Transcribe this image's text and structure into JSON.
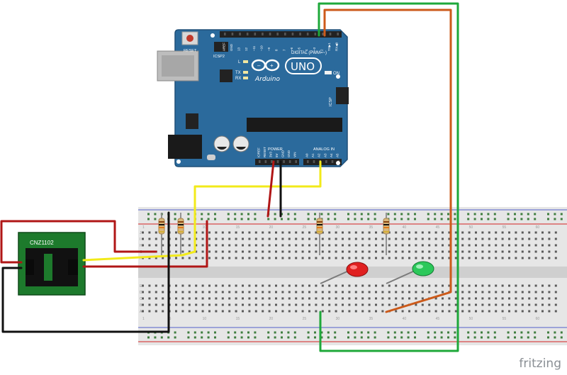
{
  "brand": "fritzing",
  "colors": {
    "board": "#2b6a9c",
    "board_dark": "#1f4f78",
    "breadboard": "#dcdcdc",
    "breadboard_mid": "#cfcfcf",
    "hole": "#5a5a5a",
    "rail_hole": "#3f7d3f",
    "rail_red": "#d84a4a",
    "rail_blue": "#6f7bd0",
    "wire_red": "#b01616",
    "wire_black": "#111111",
    "wire_yellow": "#f2ea1a",
    "wire_green": "#1ea83a",
    "wire_orange": "#cc5a1a",
    "sensor_body": "#1d7a2c",
    "sensor_case": "#111111",
    "led_red": "#e02020",
    "led_green": "#2cc85a"
  },
  "arduino": {
    "reset_label": "RESET",
    "icsp2_label": "ICSP2",
    "icsp_label": "ICSP",
    "brand_label": "Arduino",
    "model_label": "UNO",
    "on_label": "ON",
    "l_label": "L",
    "tx_label": "TX",
    "rx_label": "RX",
    "digital_label": "DIGITAL (PWM=~)",
    "power_label": "POWER",
    "analog_label": "ANALOG IN",
    "digital_pins": [
      "AREF",
      "GND",
      "13",
      "12",
      "~11",
      "~10",
      "~9",
      "8",
      "7",
      "~6",
      "~5",
      "4",
      "~3",
      "2",
      "TX▶1",
      "RX◀0"
    ],
    "power_pins": [
      "IOREF",
      "RESET",
      "3V3",
      "5V",
      "GND",
      "GND",
      "VIN"
    ],
    "analog_pins": [
      "A0",
      "A1",
      "A2",
      "A3",
      "A4",
      "A5"
    ]
  },
  "sensor": {
    "label": "CNZ1102"
  },
  "breadboard": {
    "column_numbers": [
      "1",
      "5",
      "10",
      "15",
      "20",
      "25",
      "30",
      "35",
      "40",
      "45",
      "50",
      "55",
      "60"
    ],
    "row_letters_top": [
      "J",
      "I",
      "H",
      "G",
      "F"
    ],
    "row_letters_bottom": [
      "E",
      "D",
      "C",
      "B",
      "A"
    ]
  }
}
